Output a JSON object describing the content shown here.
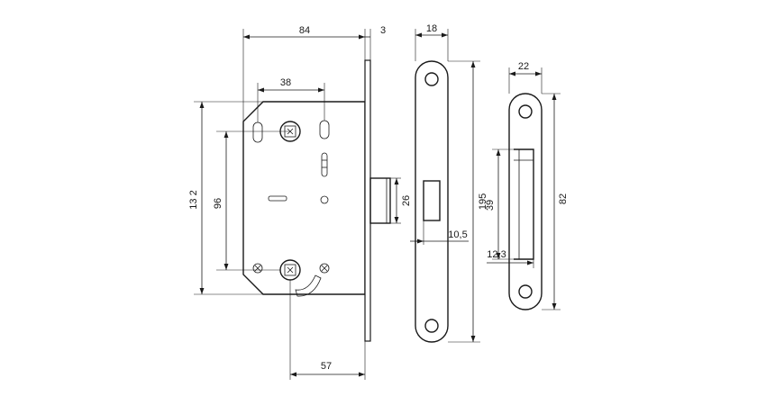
{
  "dimensions": {
    "lock_depth": "84",
    "faceplate_thickness": "3",
    "spindle_to_follower": "38",
    "lock_height": "13 2",
    "fixing_centres": "96",
    "latch_height": "26",
    "backset": "57",
    "faceplate_width": "18",
    "faceplate_length": "195",
    "latch_offset": "10,5",
    "strike_width": "22",
    "strike_opening": "39",
    "strike_length": "82",
    "strike_offset": "12,3"
  }
}
